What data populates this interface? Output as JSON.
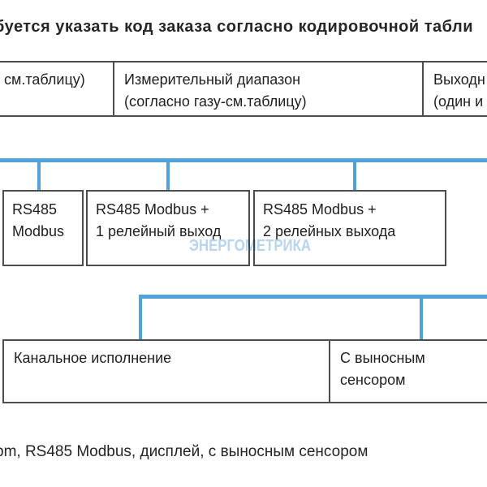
{
  "title": {
    "text": "буется указать код заказа согласно кодировочной табли"
  },
  "row1": {
    "cells": [
      {
        "lines": [
          "см.таблицу)"
        ]
      },
      {
        "lines": [
          "Измерительный диапазон",
          "(согласно газу-см.таблицу)"
        ]
      },
      {
        "lines": [
          "Выходн",
          "(один и"
        ]
      }
    ]
  },
  "row2": {
    "boxes": [
      {
        "lines": [
          "RS485",
          "Modbus"
        ]
      },
      {
        "lines": [
          "RS485 Modbus +",
          "1 релейный выход"
        ]
      },
      {
        "lines": [
          "RS485 Modbus +",
          "2 релейных выхода"
        ]
      }
    ]
  },
  "row3": {
    "cells": [
      {
        "lines": [
          "Канальное исполнение"
        ]
      },
      {
        "lines": [
          "С выносным",
          "сенсором"
        ]
      }
    ]
  },
  "watermark": {
    "text": "ЭНЕРГОМЕТРИКА"
  },
  "footer": {
    "text": "pm, RS485 Modbus, дисплей, с выносным сенсором"
  },
  "colors": {
    "background": "#ffffff",
    "connector_blue": "#4fa3d9",
    "border_gray": "#4d4d4d",
    "text": "#1f1f1f",
    "watermark": "#b7d5ee"
  }
}
